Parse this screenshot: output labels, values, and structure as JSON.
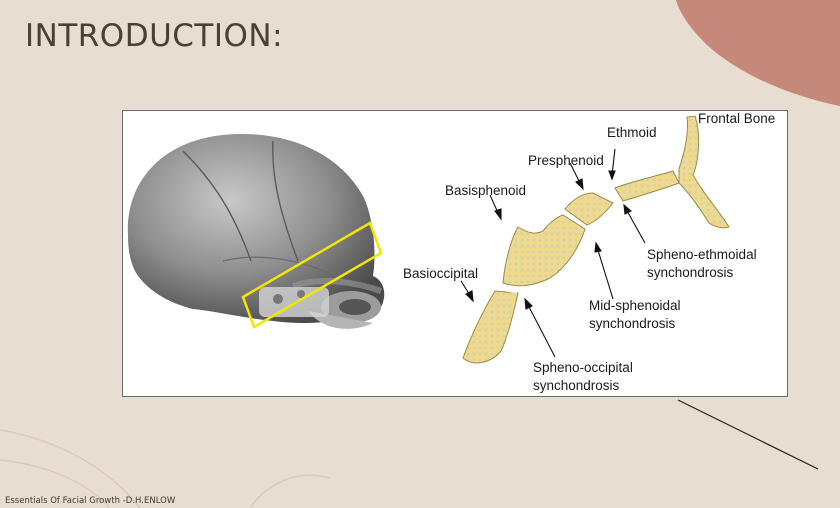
{
  "slide": {
    "title": "INTRODUCTION:",
    "footer": "Essentials Of Facial Growth -D.H.ENLOW"
  },
  "figure": {
    "labels": {
      "frontal_bone": "Frontal Bone",
      "ethmoid": "Ethmoid",
      "presphenoid": "Presphenoid",
      "basisphenoid": "Basisphenoid",
      "basioccipital": "Basioccipital",
      "spheno_ethmoidal": "Spheno-ethmoidal",
      "spheno_ethmoidal_2": "synchondrosis",
      "mid_sphenoidal": "Mid-sphenoidal",
      "mid_sphenoidal_2": "synchondrosis",
      "spheno_occipital": "Spheno-occipital",
      "spheno_occipital_2": "synchondrosis"
    },
    "highlight_color": "#f2e600",
    "bone_fill": "#efd98a"
  },
  "colors": {
    "background": "#e8ddd1",
    "accent_blob": "#c4897a",
    "title": "#4a4038"
  }
}
